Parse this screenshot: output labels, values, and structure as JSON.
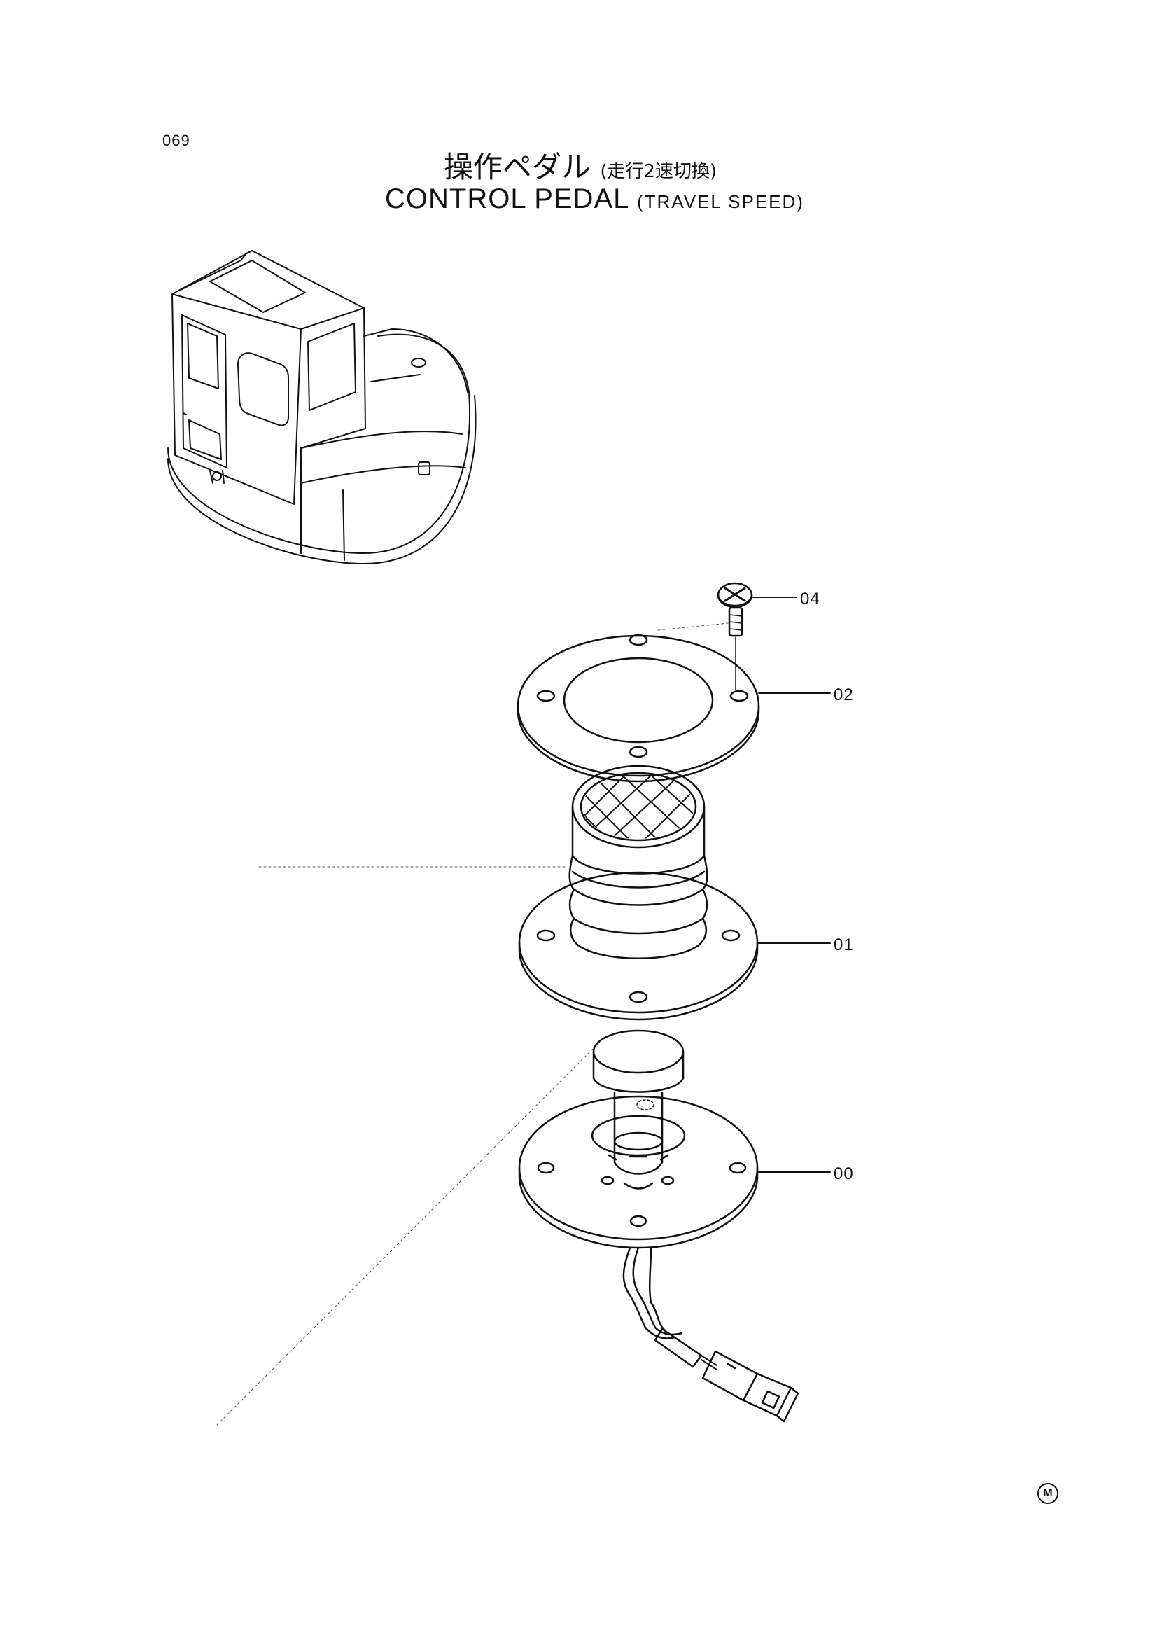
{
  "header": {
    "page_number": "069",
    "title_jp": "操作ペダル",
    "title_jp_sub": "(走行2速切換)",
    "title_en": "CONTROL PEDAL",
    "title_en_sub": "(TRAVEL SPEED)"
  },
  "callouts": [
    {
      "label": "04"
    },
    {
      "label": "02"
    },
    {
      "label": "01"
    },
    {
      "label": "00"
    }
  ],
  "footer": {
    "mark": "M"
  }
}
